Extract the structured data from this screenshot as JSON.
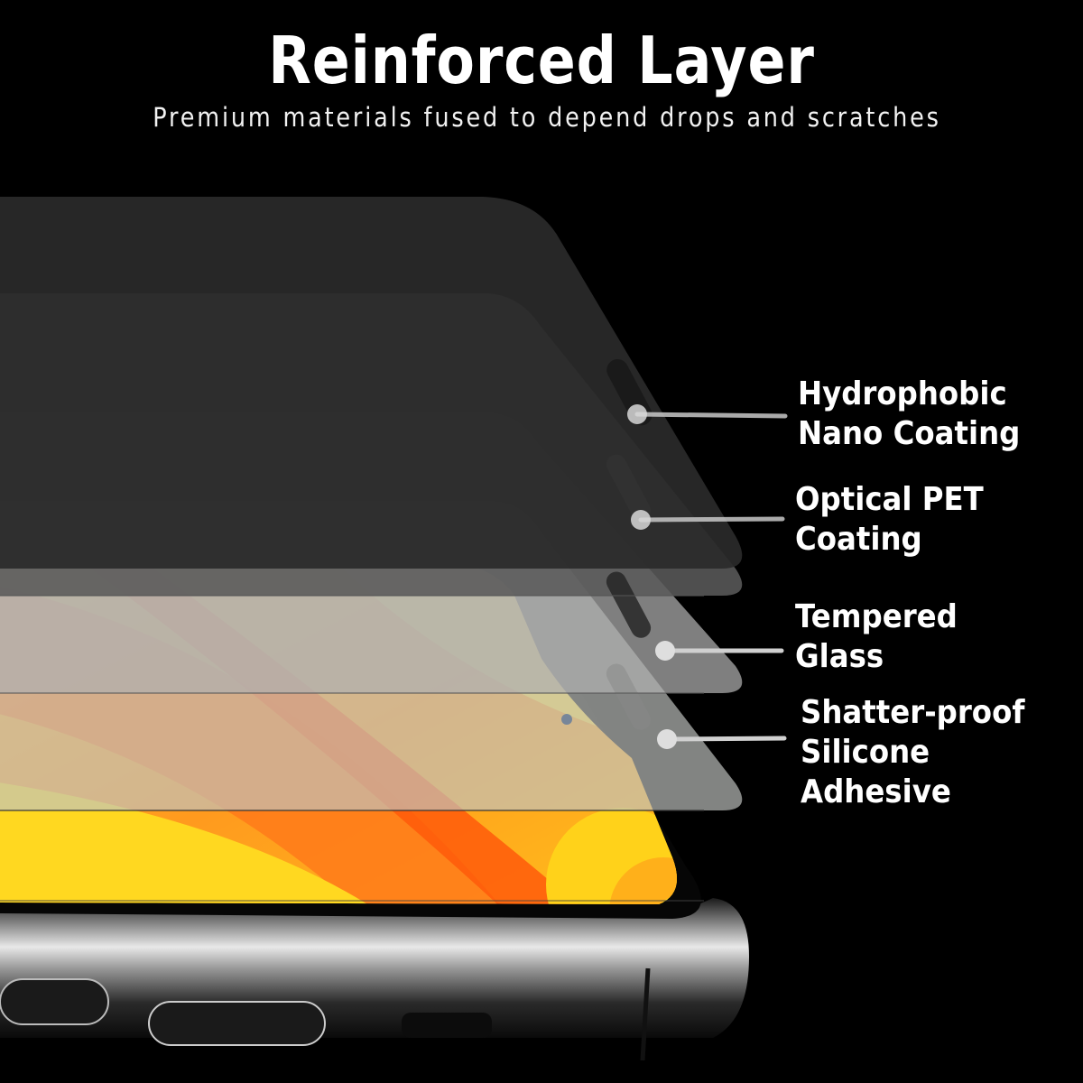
{
  "header": {
    "title": "Reinforced Layer",
    "subtitle": "Premium materials fused to depend drops and scratches"
  },
  "colors": {
    "background": "#000000",
    "text": "#ffffff",
    "layer_hydrophobic": "#2a2a2a",
    "layer_optical_pet": "#545454",
    "layer_tempered_glass": "#9f9f9f",
    "layer_silicone_adhesive": "#aeb0ae",
    "callout_line": "#c8c8c8",
    "screen_orange": "#ff8a1a",
    "screen_yellow": "#ffd21a",
    "screen_red": "#ff4a00"
  },
  "layers": [
    {
      "name": "Hydrophobic Nano Coating",
      "lines": [
        "Hydrophobic",
        "Nano Coating"
      ]
    },
    {
      "name": "Optical PET Coating",
      "lines": [
        "Optical PET",
        "Coating"
      ]
    },
    {
      "name": "Tempered Glass",
      "lines": [
        "Tempered",
        "Glass"
      ]
    },
    {
      "name": "Shatter-proof Silicone Adhesive",
      "lines": [
        "Shatter-proof",
        "Silicone",
        "Adhesive"
      ]
    }
  ]
}
